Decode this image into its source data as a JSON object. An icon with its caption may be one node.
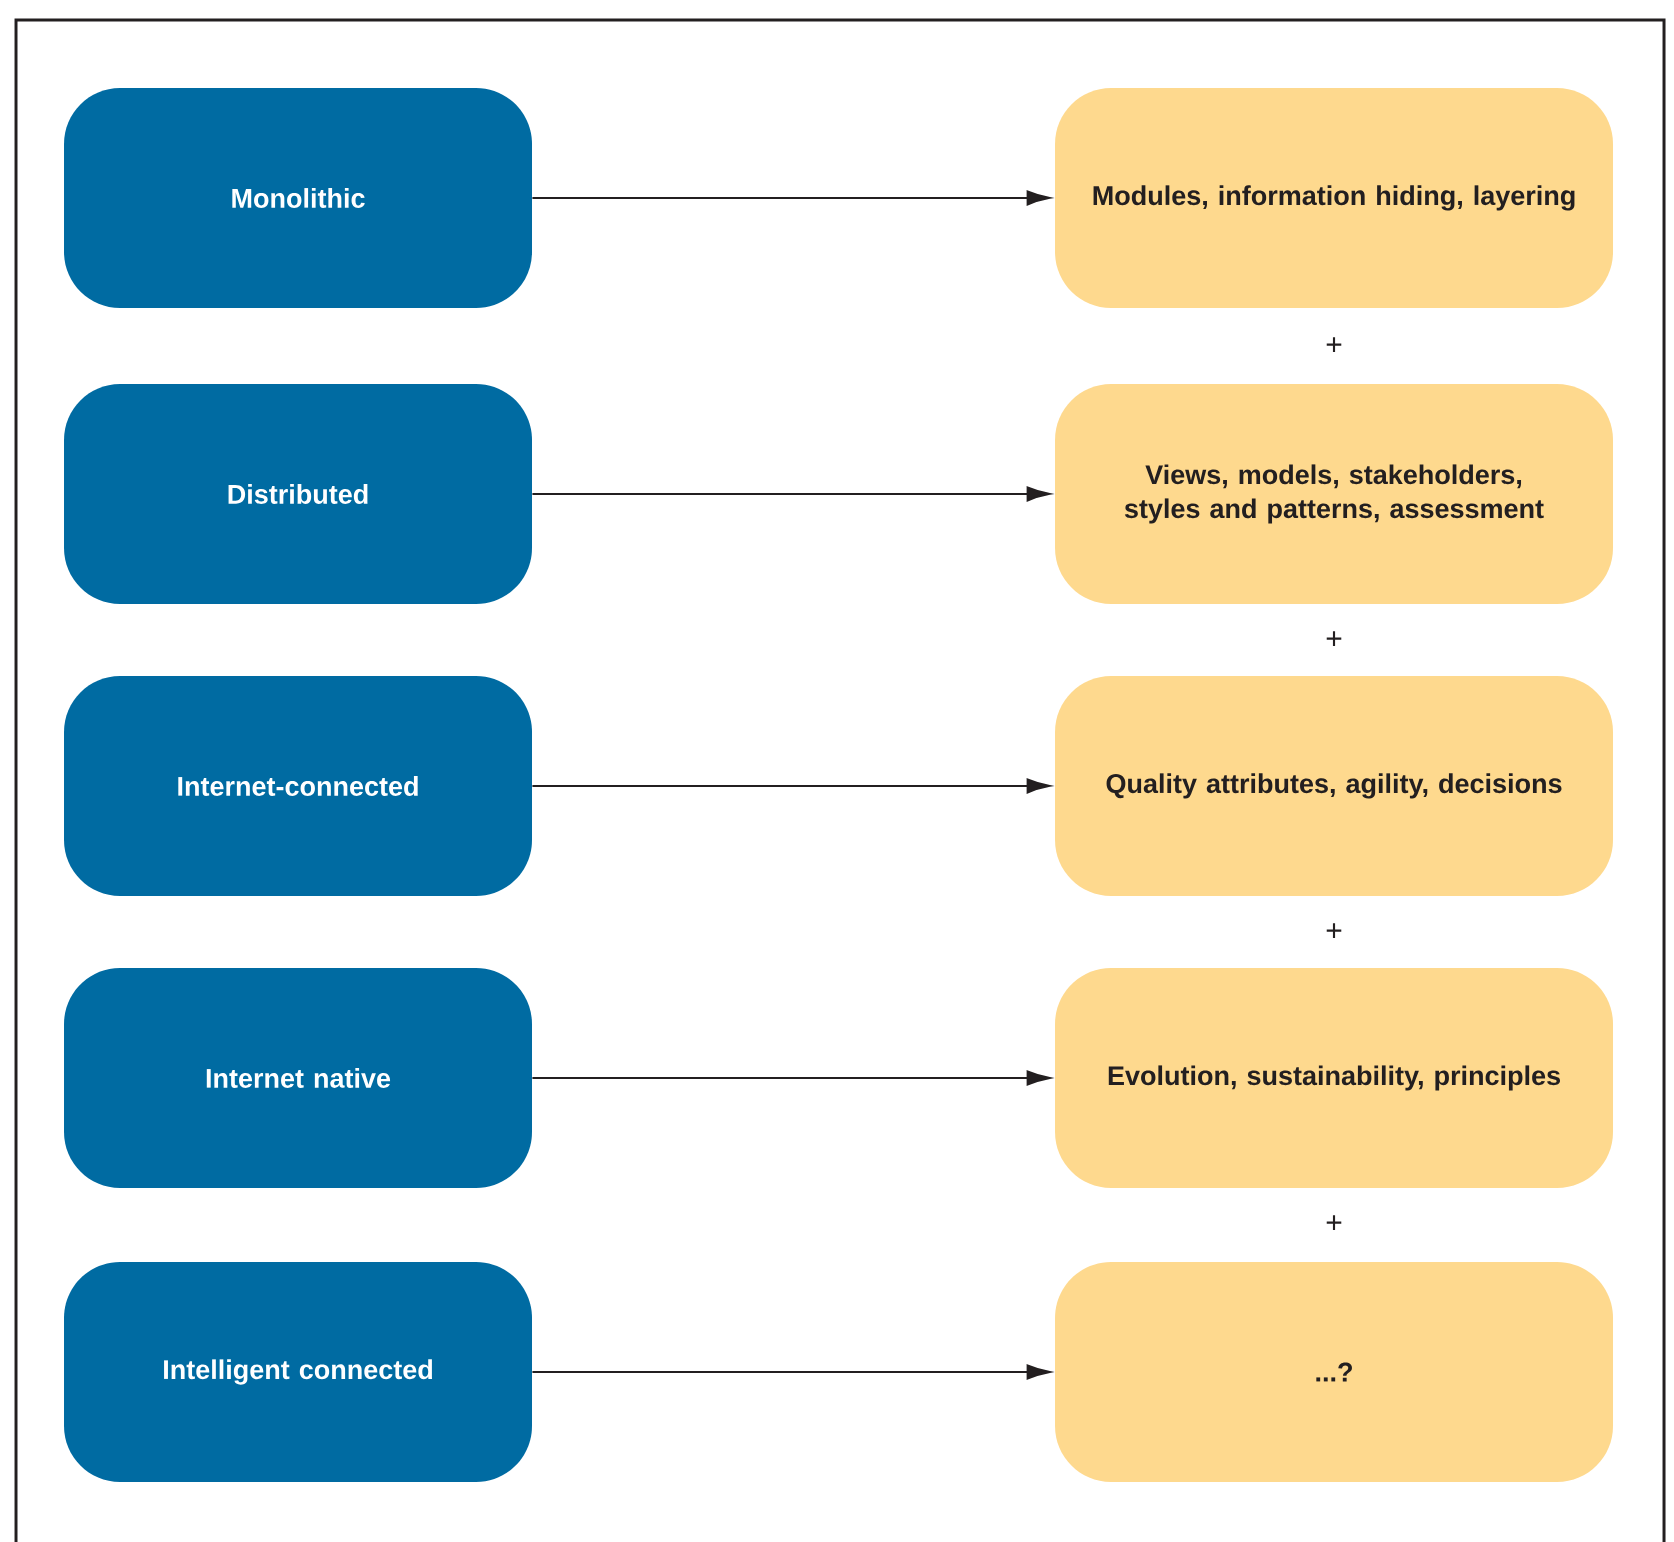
{
  "diagram": {
    "nodes": [
      {
        "text": [
          "Monolithic"
        ]
      },
      {
        "text": [
          "Modules, information hiding, layering"
        ]
      },
      {
        "text": [
          "Distributed"
        ]
      },
      {
        "text": [
          "Views, models, stakeholders, styles and patterns, assessment"
        ]
      },
      {
        "text": [
          "Internet-connected"
        ]
      },
      {
        "text": [
          "Quality attributes, agility, decisions"
        ]
      },
      {
        "text": [
          "Internet native"
        ]
      },
      {
        "text": [
          "Evolution, sustainability, principles"
        ]
      },
      {
        "text": [
          "Intelligent connected"
        ]
      },
      {
        "text": [
          "...?"
        ]
      }
    ],
    "edges": [
      {
        "from": 0,
        "to": 1,
        "arrow": "to"
      },
      {
        "from": 2,
        "to": 3,
        "arrow": "to"
      },
      {
        "from": 4,
        "to": 5,
        "arrow": "to"
      },
      {
        "from": 6,
        "to": 7,
        "arrow": "to"
      },
      {
        "from": 8,
        "to": 9,
        "arrow": "to"
      }
    ],
    "labels": [
      "+",
      "+",
      "+",
      "+"
    ]
  }
}
